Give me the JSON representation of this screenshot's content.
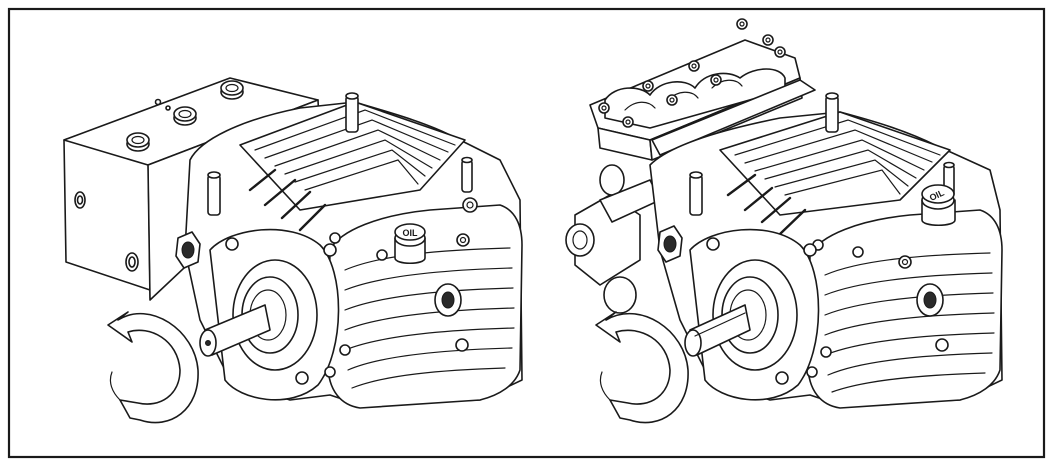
{
  "figure": {
    "panels": [
      {
        "id": "left",
        "subject": "pump-with-block-manifold"
      },
      {
        "id": "right",
        "subject": "pump-with-valve-head"
      }
    ],
    "oil_cap_label": "OIL",
    "rotation_arrow_icon": "curved-rotation-arrow-icon"
  },
  "colors": {
    "background": "#ffffff",
    "line": "#1a1a1a",
    "fill": "#ffffff",
    "shade": "#2a2a2a"
  }
}
